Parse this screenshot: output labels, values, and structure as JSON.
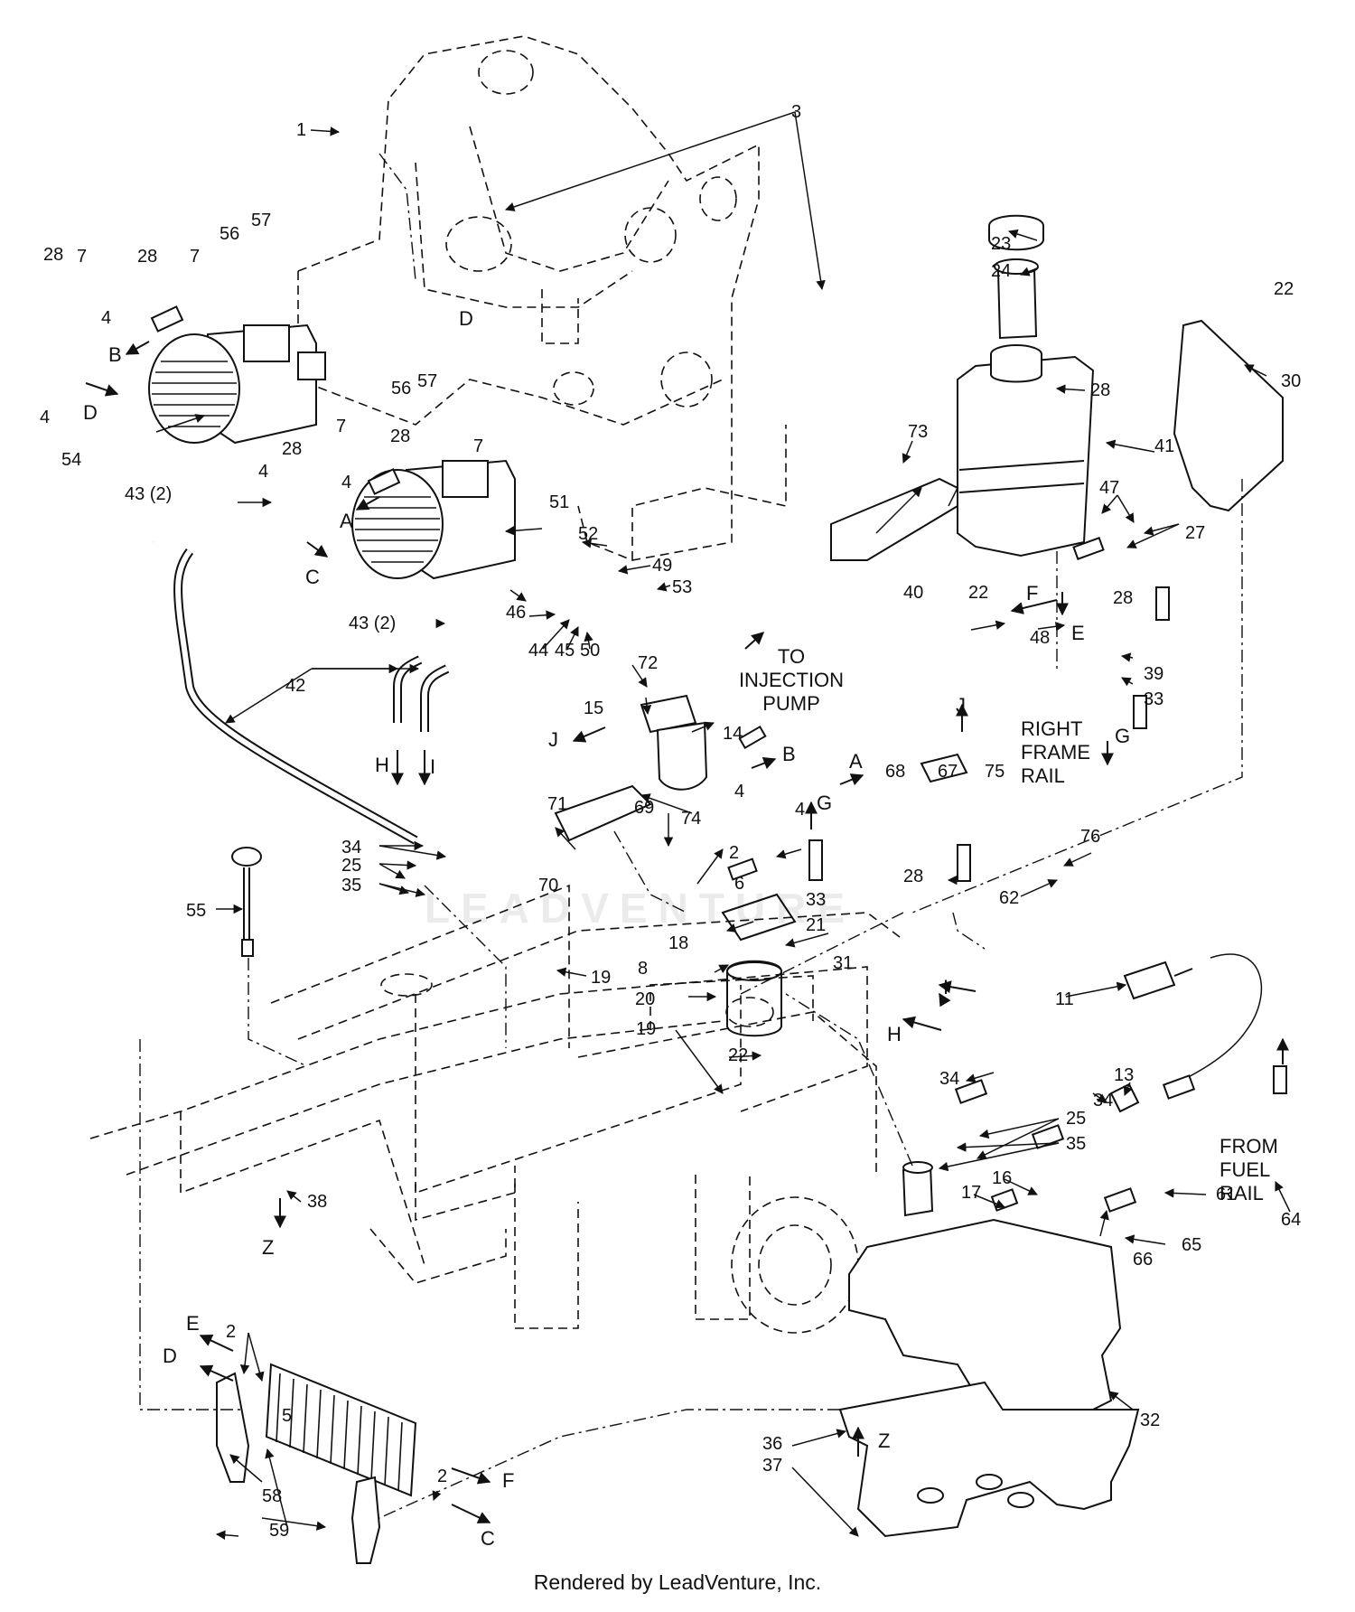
{
  "footer": "Rendered by LeadVenture, Inc.",
  "watermark": "LEADVENTURE",
  "callouts": {
    "c1": "1",
    "c2a": "2",
    "c2b": "2",
    "c2c": "2",
    "c3": "3",
    "c4a": "4",
    "c4b": "4",
    "c4c": "4",
    "c4d": "4",
    "c4e": "4",
    "c4f": "4",
    "c4g": "4",
    "c5": "5",
    "c6": "6",
    "c7a": "7",
    "c7b": "7",
    "c7c": "7",
    "c7d": "7",
    "c8": "8",
    "c11": "11",
    "c13": "13",
    "c14": "14",
    "c15": "15",
    "c16": "16",
    "c17": "17",
    "c18": "18",
    "c19a": "19",
    "c19b": "19",
    "c20": "20",
    "c21": "21",
    "c22a": "22",
    "c22b": "22",
    "c22c": "22",
    "c23": "23",
    "c24": "24",
    "c25a": "25",
    "c25b": "25",
    "c27": "27",
    "c28a": "28",
    "c28b": "28",
    "c28c": "28",
    "c28d": "28",
    "c28e": "28",
    "c28f": "28",
    "c30": "30",
    "c31": "31",
    "c32": "32",
    "c33a": "33",
    "c33b": "33",
    "c34a": "34",
    "c34b": "34",
    "c34c": "34",
    "c35a": "35",
    "c35b": "35",
    "c36": "36",
    "c37": "37",
    "c38": "38",
    "c39": "39",
    "c40": "40",
    "c41": "41",
    "c42": "42",
    "c43a": "43 (2)",
    "c43b": "43 (2)",
    "c44": "44",
    "c45": "45",
    "c46": "46",
    "c47": "47",
    "c48": "48",
    "c49": "49",
    "c50": "50",
    "c51": "51",
    "c52": "52",
    "c53": "53",
    "c54": "54",
    "c55": "55",
    "c56a": "56",
    "c56b": "56",
    "c57a": "57",
    "c57b": "57",
    "c58": "58",
    "c59": "59",
    "c61": "61",
    "c62": "62",
    "c64": "64",
    "c65": "65",
    "c66": "66",
    "c67": "67",
    "c68": "68",
    "c69": "69",
    "c70": "70",
    "c71": "71",
    "c72": "72",
    "c73": "73",
    "c74": "74",
    "c75": "75",
    "c76": "76"
  },
  "flow_letters": {
    "A1": "A",
    "A2": "A",
    "B1": "B",
    "B2": "B",
    "C1": "C",
    "C2": "C",
    "D1": "D",
    "D2": "D",
    "D3": "D",
    "E1": "E",
    "E2": "E",
    "F1": "F",
    "F2": "F",
    "G1": "G",
    "G2": "G",
    "H1": "H",
    "H2": "H",
    "I1": "I",
    "I2": "I",
    "J1": "J",
    "J2": "J",
    "Z1": "Z",
    "Z2": "Z"
  },
  "notes": {
    "injection_line1": "TO",
    "injection_line2": "INJECTION",
    "injection_line3": "PUMP",
    "frame_line1": "RIGHT",
    "frame_line2": "FRAME",
    "frame_line3": "RAIL",
    "fuel_line1": "FROM",
    "fuel_line2": "FUEL",
    "fuel_line3": "RAIL"
  }
}
